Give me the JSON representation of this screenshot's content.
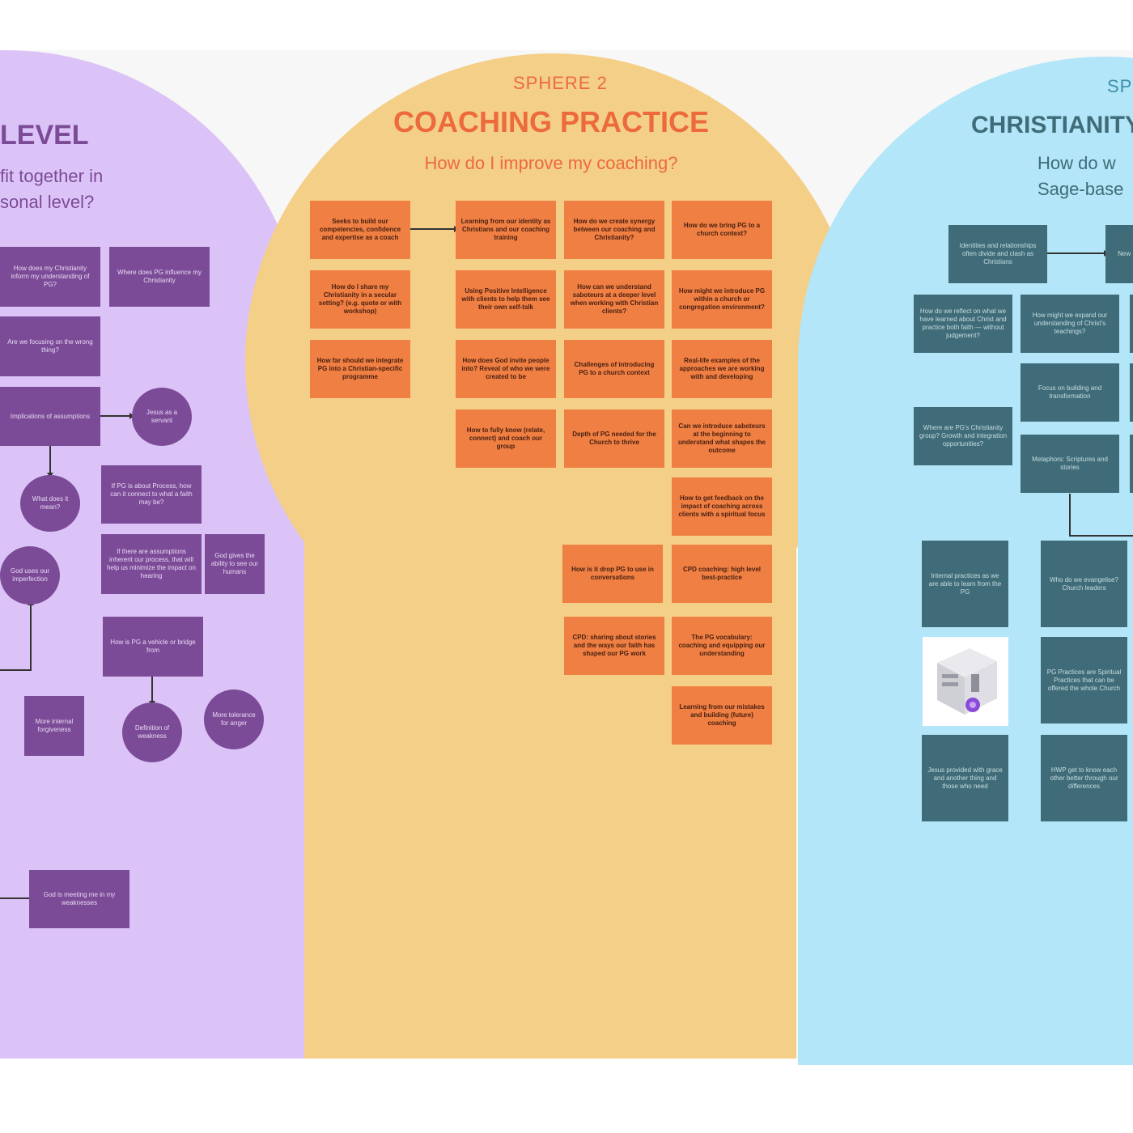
{
  "colors": {
    "sphere1": "#dcc3f7",
    "sphere2": "#f4cf88",
    "sphere3": "#b2e6f8",
    "purple_card": "#7b4b97",
    "orange_card": "#ef7f43",
    "teal_card": "#3f6c78",
    "title_purple": "#7b4b97",
    "title_orange": "#ec6a3c",
    "title_teal": "#3f6c78"
  },
  "sphere1": {
    "title": "LEVEL",
    "question_line1": "fit together in",
    "question_line2": "sonal level?",
    "cards": [
      "How does my Christianity inform my understanding of PG?",
      "Where does PG influence my Christianity",
      "Are we focusing on the wrong thing?",
      "Implications of assumptions",
      "Jesus as a servant",
      "If PG is about Process, how can it connect to what a faith may be?",
      "What does it mean?",
      "If there are assumptions inherent our process, that will help us minimize the impact on hearing",
      "God gives the ability to see our humans",
      "God uses our imperfection",
      "How is PG a vehicle or bridge from",
      "More internal forgiveness",
      "Definition of weakness",
      "More tolerance for anger",
      "God is meeting me in my weaknesses"
    ]
  },
  "sphere2": {
    "kicker": "SPHERE 2",
    "title": "COACHING PRACTICE",
    "question": "How do I improve my coaching?",
    "cards": [
      "Seeks to build our competencies, confidence and expertise as a coach",
      "Learning from our identity as Christians and our coaching training",
      "How do we create synergy between our coaching and Christianity?",
      "How do we bring PG to a church context?",
      "How do I share my Christianity in a secular setting? (e.g. quote or with workshop)",
      "Using Positive Intelligence with clients to help them see their own self-talk",
      "How can we understand saboteurs at a deeper level when working with Christian clients?",
      "How might we introduce PG within a church or congregation environment?",
      "How far should we integrate PG into a Christian-specific programme",
      "How does God invite people into? Reveal of who we were created to be",
      "Challenges of introducing PG to a church context",
      "Real-life examples of the approaches we are working with and developing",
      "How to fully know (relate, connect) and coach our group",
      "Depth of PG needed for the Church to thrive",
      "Can we introduce saboteurs at the beginning to understand what shapes the outcome",
      "How to get feedback on the impact of coaching across clients with a spiritual focus",
      "How is it drop PG to use in conversations",
      "CPD coaching: high level best-practice",
      "CPD: sharing about stories and the ways our faith has shaped our PG work",
      "The PG vocabulary: coaching and equipping our understanding",
      "Learning from our mistakes and building (future) coaching"
    ]
  },
  "sphere3": {
    "kicker": "SPH",
    "title": "CHRISTIANITY",
    "question_line1": "How do w",
    "question_line2": "Sage-base",
    "cards": [
      "Identities and relationships often divide and clash as Christians",
      "New PG",
      "How do we reflect on what we have learned about Christ and practice both faith — without judgement?",
      "How might we expand our understanding of Christ's teachings?",
      "Focus on building and transformation",
      "Where are PG's Christianity group? Growth and integration opportunities?",
      "Metaphors: Scriptures and stories",
      "Internal practices as we are able to learn from the PG",
      "Who do we evangelise? Church leaders",
      "PG Practices are Spiritual Practices that can be offered the whole Church",
      "Jesus provided with grace and another thing and those who need",
      "HWP get to know each other better through our differences"
    ]
  }
}
